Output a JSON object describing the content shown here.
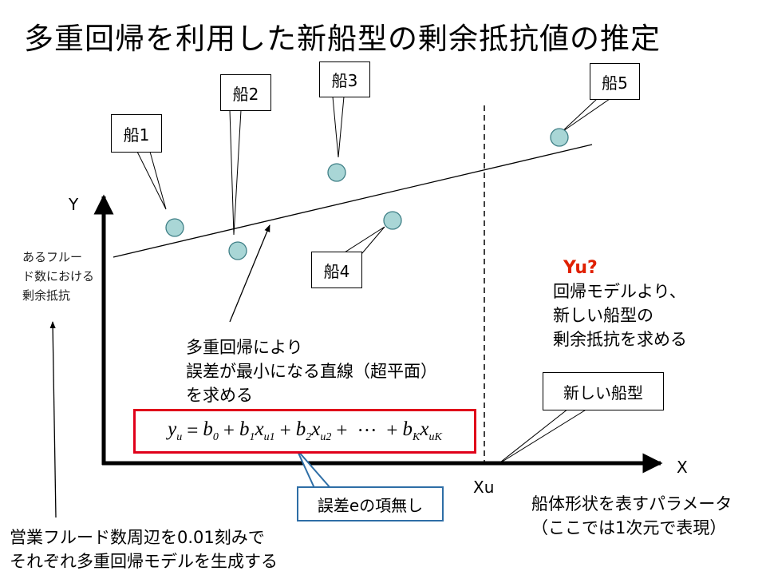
{
  "title": "多重回帰を利用した新船型の剰余抵抗値の推定",
  "axes": {
    "y_label": "Y",
    "x_label": "X",
    "y_desc_lines": [
      "あるフルー",
      "ド数における",
      "剰余抵抗"
    ],
    "x_tick": "Xu"
  },
  "ships": [
    {
      "label": "船1"
    },
    {
      "label": "船2"
    },
    {
      "label": "船3"
    },
    {
      "label": "船4"
    },
    {
      "label": "船5"
    }
  ],
  "regression_note": [
    "多重回帰により",
    "誤差が最小になる直線（超平面）",
    "を求める"
  ],
  "formula_text": "y_u = b_0 + b_1 x_u1 + b_2 x_u2 + ··· + b_K x_uK",
  "no_error_note": "誤差eの項無し",
  "new_ship_label": "新しい船型",
  "yu_label": "Yu?",
  "estimate_note": [
    "回帰モデルより、",
    "新しい船型の",
    "剰余抵抗を求める"
  ],
  "param_note": [
    "船体形状を表すパラメータ",
    "（ここでは1次元で表現）"
  ],
  "froude_note": [
    "営業フルード数周辺を0.01刻みで",
    "それぞれ多重回帰モデルを生成する"
  ],
  "colors": {
    "point_fill": "#a9d6d6",
    "point_stroke": "#3f7f86",
    "formula_border": "#e0001a",
    "callout_blue": "#2e6ea6",
    "accent_red": "#e02000"
  }
}
